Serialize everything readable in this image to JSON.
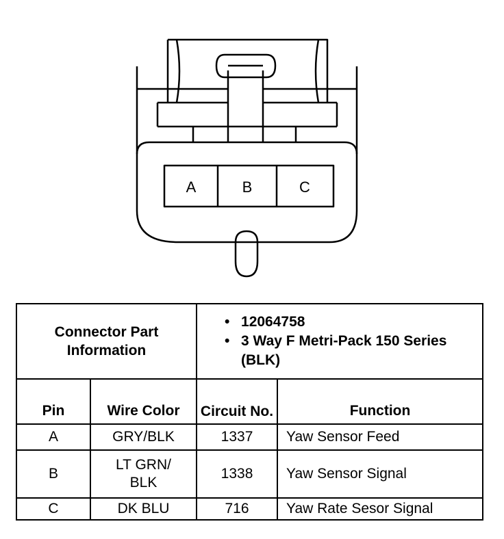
{
  "connector": {
    "pins": [
      "A",
      "B",
      "C"
    ]
  },
  "table": {
    "part_info_label": "Connector Part Information",
    "part_details": [
      "12064758",
      "3 Way F Metri-Pack 150 Series (BLK)"
    ],
    "bullet_glyph": "•",
    "headers": {
      "pin": "Pin",
      "wire_color": "Wire Color",
      "circuit_no": "Circuit No.",
      "function": "Function"
    },
    "rows": [
      {
        "pin": "A",
        "wire_color": "GRY/BLK",
        "circuit": "1337",
        "function": "Yaw Sensor Feed"
      },
      {
        "pin": "B",
        "wire_color": "LT GRN/ BLK",
        "circuit": "1338",
        "function": "Yaw Sensor Signal"
      },
      {
        "pin": "C",
        "wire_color": "DK BLU",
        "circuit": "716",
        "function": "Yaw Rate Sesor Signal"
      }
    ]
  }
}
